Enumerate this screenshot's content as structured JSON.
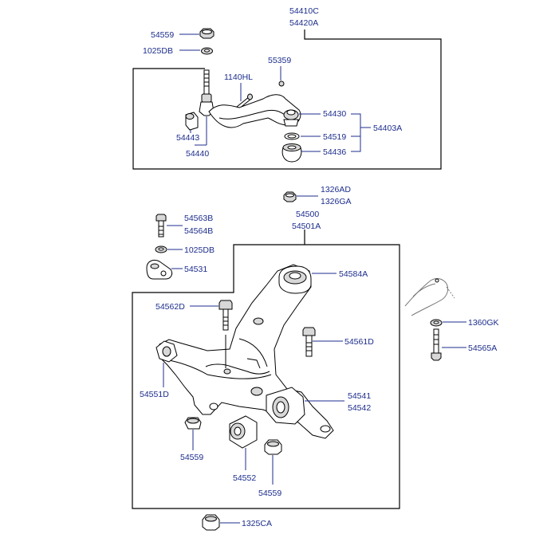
{
  "diagram": {
    "labels": {
      "upper_assy_1": "54410C",
      "upper_assy_2": "54420A",
      "p54559_top": "54559",
      "p1025db_top": "1025DB",
      "p55359": "55359",
      "p1140hl": "1140HL",
      "p54430": "54430",
      "p54519": "54519",
      "p54436": "54436",
      "p54403a": "54403A",
      "p54443": "54443",
      "p54440": "54440",
      "p1326ad": "1326AD",
      "p1326ga": "1326GA",
      "p54563b": "54563B",
      "p54564b": "54564B",
      "lower_assy_1": "54500",
      "lower_assy_2": "54501A",
      "p1025db_mid": "1025DB",
      "p54531": "54531",
      "p54584a": "54584A",
      "p54562d": "54562D",
      "p54561d": "54561D",
      "p1360gk": "1360GK",
      "p54565a": "54565A",
      "p54551d": "54551D",
      "p54541": "54541",
      "p54542": "54542",
      "p54559_left": "54559",
      "p54552": "54552",
      "p54559_bottom": "54559",
      "p1325ca": "1325CA"
    }
  }
}
